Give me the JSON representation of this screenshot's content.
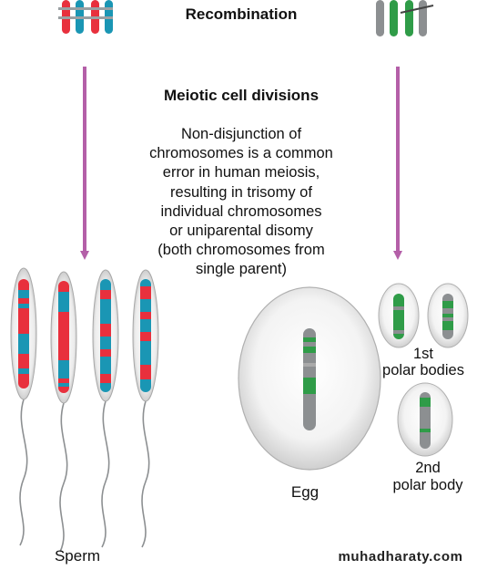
{
  "labels": {
    "recombination": "Recombination",
    "meiotic_divisions": "Meiotic cell divisions",
    "explanation_lines": [
      "Non-disjunction of",
      "chromosomes is a common",
      "error in human meiosis,",
      "resulting in trisomy of",
      "individual chromosomes",
      "or uniparental disomy",
      "(both chromosomes from",
      "single parent)"
    ],
    "sperm": "Sperm",
    "egg": "Egg",
    "first_polar_bodies": [
      "1st",
      "polar bodies"
    ],
    "second_polar_body": [
      "2nd",
      "polar body"
    ]
  },
  "watermark": "muhadharaty.com",
  "colors": {
    "paternal_red": "#e8303d",
    "paternal_blue": "#1a96b4",
    "maternal_green": "#2f9c48",
    "grey": "#8c8f91",
    "arrow_purple": "#b45fa8"
  }
}
